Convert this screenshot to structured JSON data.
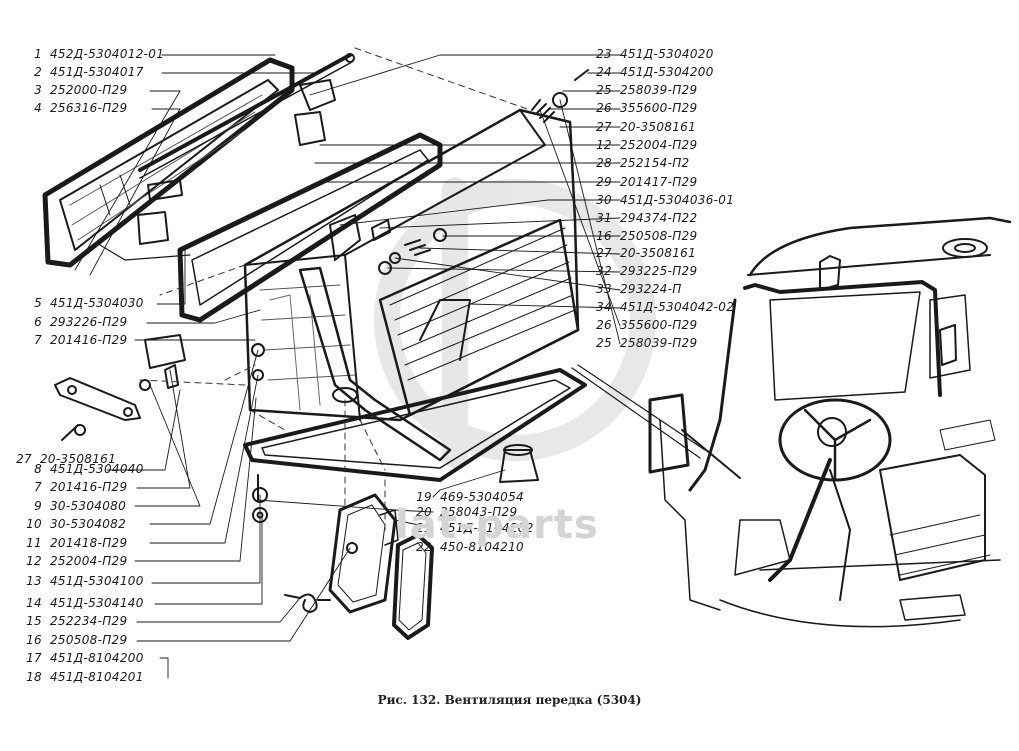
{
  "caption": "Рис. 132. Вентиляция передка (5304)",
  "watermark": "lat-parts",
  "callouts_left": [
    {
      "num": "1",
      "code": "452Д-5304012-01"
    },
    {
      "num": "2",
      "code": "451Д-5304017"
    },
    {
      "num": "3",
      "code": "252000-П29"
    },
    {
      "num": "4",
      "code": "256316-П29"
    },
    {
      "num": "5",
      "code": "451Д-5304030"
    },
    {
      "num": "6",
      "code": "293226-П29"
    },
    {
      "num": "7",
      "code": "201416-П29"
    },
    {
      "num": "27",
      "code": "20-3508161"
    },
    {
      "num": "8",
      "code": "451Д-5304040"
    },
    {
      "num": "7",
      "code": "201416-П29"
    },
    {
      "num": "9",
      "code": "30-5304080"
    },
    {
      "num": "10",
      "code": "30-5304082"
    },
    {
      "num": "11",
      "code": "201418-П29"
    },
    {
      "num": "12",
      "code": "252004-П29"
    },
    {
      "num": "13",
      "code": "451Д-5304100"
    },
    {
      "num": "14",
      "code": "451Д-5304140"
    },
    {
      "num": "15",
      "code": "252234-П29"
    },
    {
      "num": "16",
      "code": "250508-П29"
    },
    {
      "num": "17",
      "code": "451Д-8104200"
    },
    {
      "num": "18",
      "code": "451Д-8104201"
    }
  ],
  "callouts_right": [
    {
      "num": "23",
      "code": "451Д-5304020"
    },
    {
      "num": "24",
      "code": "451Д-5304200"
    },
    {
      "num": "25",
      "code": "258039-П29"
    },
    {
      "num": "26",
      "code": "355600-П29"
    },
    {
      "num": "27",
      "code": "20-3508161"
    },
    {
      "num": "12",
      "code": "252004-П29"
    },
    {
      "num": "28",
      "code": "252154-П2"
    },
    {
      "num": "29",
      "code": "201417-П29"
    },
    {
      "num": "30",
      "code": "451Д-5304036-01"
    },
    {
      "num": "31",
      "code": "294374-П22"
    },
    {
      "num": "16",
      "code": "250508-П29"
    },
    {
      "num": "27",
      "code": "20-3508161"
    },
    {
      "num": "32",
      "code": "293225-П29"
    },
    {
      "num": "33",
      "code": "293224-П"
    },
    {
      "num": "34",
      "code": "451Д-5304042-02"
    },
    {
      "num": "26",
      "code": "355600-П29"
    },
    {
      "num": "25",
      "code": "258039-П29"
    }
  ],
  "callouts_middle": [
    {
      "num": "19",
      "code": "469-5304054"
    },
    {
      "num": "20",
      "code": "258043-П29"
    },
    {
      "num": "21",
      "code": "451Д-8104202"
    },
    {
      "num": "22",
      "code": "450-8104210"
    }
  ]
}
